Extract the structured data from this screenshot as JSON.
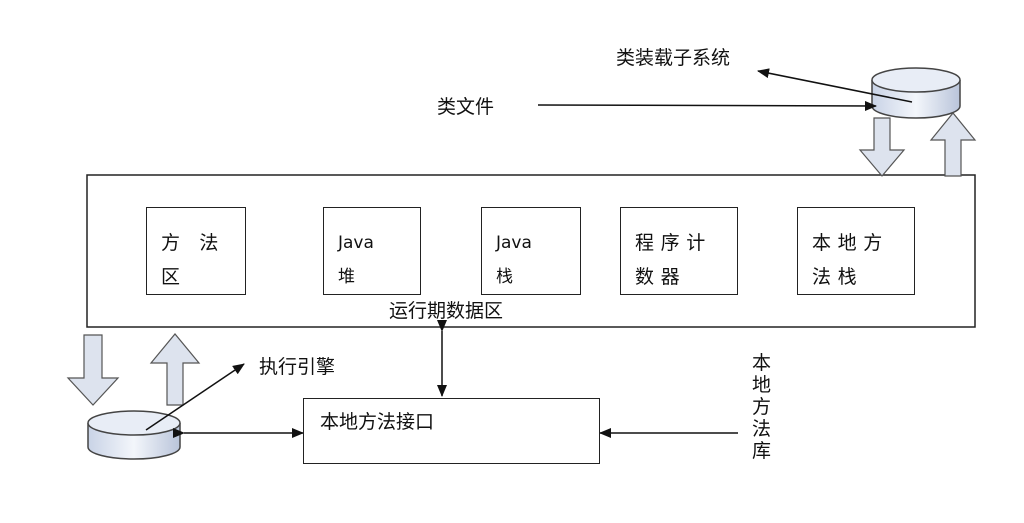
{
  "labels": {
    "class_loader": "类装载子系统",
    "class_file": "类文件",
    "runtime_data_area": "运行期数据区",
    "execution_engine": "执行引擎",
    "native_interface": "本地方法接口",
    "native_library": "本地方法库"
  },
  "boxes": {
    "method_area": "方 法\n区",
    "java_heap": "Java\n堆",
    "java_stack": "Java\n栈",
    "pc_register": "程序计\n数器",
    "native_stack": "本地方\n法栈"
  }
}
